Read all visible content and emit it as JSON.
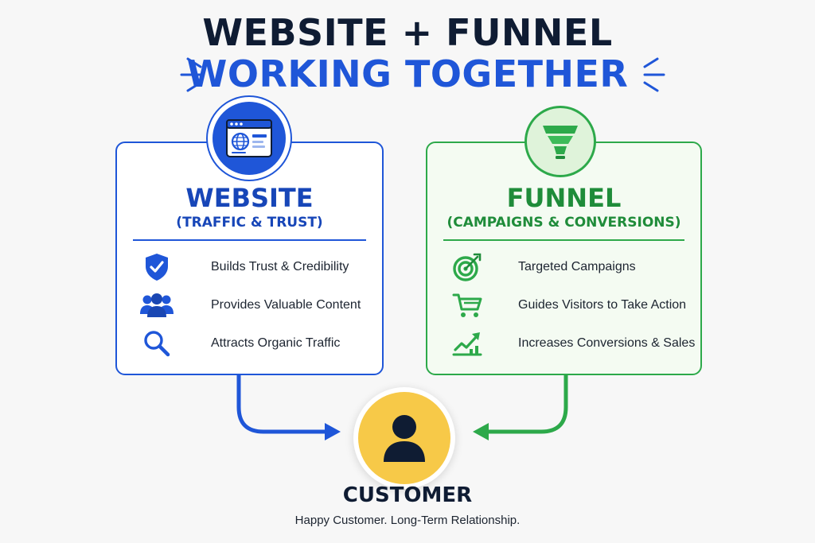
{
  "header": {
    "line1": "WEBSITE + FUNNEL",
    "line2": "WORKING TOGETHER"
  },
  "website": {
    "title": "WEBSITE",
    "subtitle": "(TRAFFIC & TRUST)",
    "icon": "browser-globe-icon",
    "items": [
      {
        "icon": "shield-check-icon",
        "label": "Builds Trust & Credibility"
      },
      {
        "icon": "people-group-icon",
        "label": "Provides Valuable Content"
      },
      {
        "icon": "magnifier-icon",
        "label": "Attracts Organic Traffic"
      }
    ]
  },
  "funnel": {
    "title": "FUNNEL",
    "subtitle": "(CAMPAIGNS & CONVERSIONS)",
    "icon": "funnel-icon",
    "items": [
      {
        "icon": "target-icon",
        "label": "Targeted Campaigns"
      },
      {
        "icon": "cart-icon",
        "label": "Guides Visitors to Take Action"
      },
      {
        "icon": "growth-chart-icon",
        "label": "Increases Conversions & Sales"
      }
    ]
  },
  "customer": {
    "title": "CUSTOMER",
    "subtitle": "Happy Customer. Long-Term Relationship.",
    "icon": "person-icon"
  },
  "colors": {
    "website_blue": "#1f56d8",
    "funnel_green": "#2da94a",
    "customer_yellow": "#f7c948",
    "dark_navy": "#0f1c33"
  }
}
